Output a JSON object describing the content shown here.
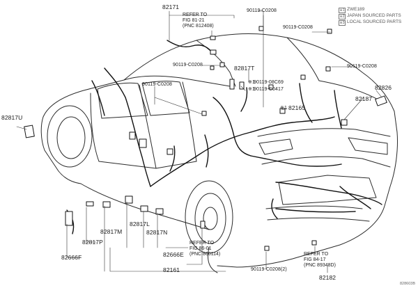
{
  "legend": {
    "items": [
      {
        "mark": "※1",
        "text": "ZWE189"
      },
      {
        "mark": "※2",
        "text": "JAPAN SOURCED PARTS"
      },
      {
        "mark": "※3",
        "text": "LOCAL SOURCED PARTS"
      }
    ]
  },
  "part_labels": {
    "p82171": "82171",
    "p90119_top": "90119-C0208",
    "p90119_topright": "90119-C0208",
    "p90119_right": "90119-C0208",
    "p90119_midleft": "90119-C0208",
    "p90119_roof": "90119-C0208",
    "p82817T": "82817T",
    "p90119_08C69": "90119-08C69",
    "p90119_C0417": "90119-C0417",
    "p82826": "82826",
    "p82165": "82165",
    "p82187": "82187",
    "p82817U": "82817U",
    "p82817M": "82817M",
    "p82817L": "82817L",
    "p82817N": "82817N",
    "p82817P": "82817P",
    "p82666F": "82666F",
    "p82666E": "82666E",
    "p82161": "82161",
    "p90119_bottom": "90119-C0208(2)",
    "p82182": "82182"
  },
  "markers": {
    "m1": "※1",
    "m2": "※1",
    "m3": "※1"
  },
  "references": {
    "fig81": "REFER TO\nFIG 81-21\n(PNC 812408)",
    "fig86": "REFER TO\nFIG 86-01\n(PNC 860114)",
    "fig84": "REFER TO\nFIG 84-17\n(PNC 89348D)"
  },
  "catalog_id": "828603B"
}
